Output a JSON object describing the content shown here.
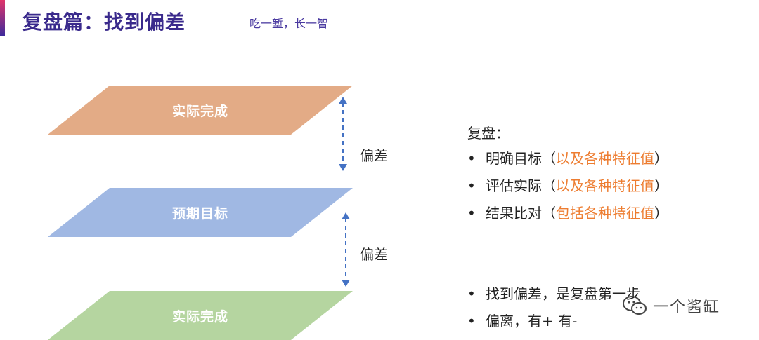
{
  "header": {
    "title": "复盘篇：找到偏差",
    "subtitle": "吃一堑，长一智"
  },
  "diagram": {
    "top_layer": {
      "label": "实际完成"
    },
    "middle_layer": {
      "label": "预期目标"
    },
    "bottom_layer": {
      "label": "实际完成"
    },
    "upper_deviation_label": "偏差",
    "lower_deviation_label": "偏差"
  },
  "review": {
    "heading": "复盘：",
    "items": [
      {
        "main": "明确目标（",
        "highlight": "以及各种特征值",
        "tail": "）"
      },
      {
        "main": "评估实际（",
        "highlight": "以及各种特征值",
        "tail": "）"
      },
      {
        "main": "结果比对（",
        "highlight": "包括各种特征值",
        "tail": "）"
      }
    ],
    "notes": [
      {
        "text": "找到偏差，是复盘第一步"
      },
      {
        "text": "偏离，有+ 有-"
      }
    ],
    "bullet": "•"
  },
  "watermark": {
    "text": "一个酱缸"
  },
  "colors": {
    "title": "#3a2a8c",
    "subtitle": "#4a3aa0",
    "accent_top": "#e0356b",
    "accent_bottom": "#3b2a9c",
    "top_layer": "#e3ab86",
    "middle_layer": "#a0b8e3",
    "bottom_layer": "#b5d5a0",
    "arrow": "#4472c4",
    "body_text": "#222222",
    "highlight": "#ed7d31",
    "watermark": "#444444"
  },
  "icons": {
    "watermark": "wechat-icon"
  }
}
